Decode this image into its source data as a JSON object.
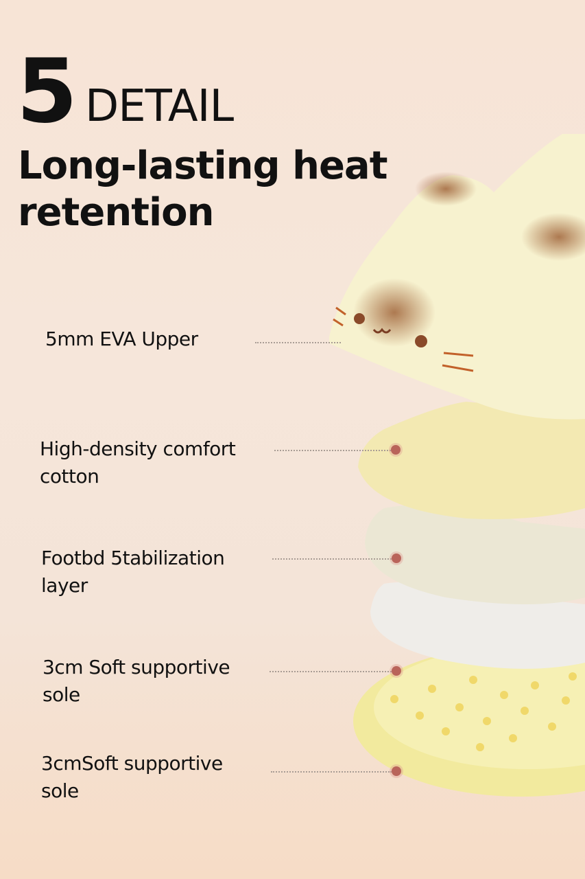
{
  "header": {
    "number": "5",
    "word": "DETAIL",
    "subtitle": "Long-lasting heat retention"
  },
  "layers": [
    {
      "label": "5mm EVA Upper"
    },
    {
      "label": "High-density comfort cotton"
    },
    {
      "label": "Footbd 5tabilization layer"
    },
    {
      "label": "3cm Soft supportive sole"
    },
    {
      "label": "3cmSoft supportive sole"
    }
  ],
  "colors": {
    "accent_dot": "#b9645a",
    "upper": "#f6f0cf",
    "cotton": "#f5ecb8",
    "stabilizer": "#efeadb",
    "midsole": "#f0eeea",
    "sole": "#f4eda8"
  }
}
